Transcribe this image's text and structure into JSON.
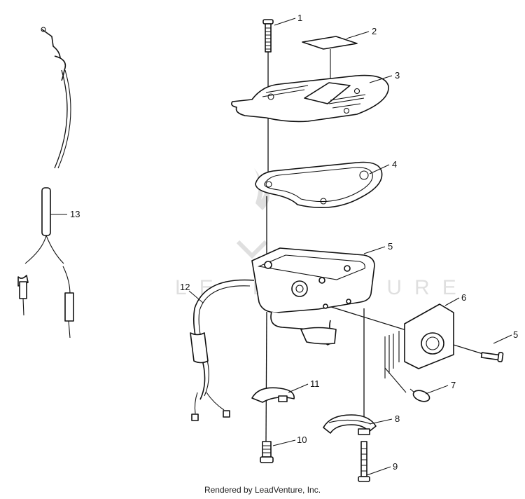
{
  "diagram": {
    "callouts": [
      "1",
      "2",
      "3",
      "4",
      "5",
      "5",
      "6",
      "7",
      "8",
      "9",
      "10",
      "11",
      "12",
      "13"
    ],
    "footer": "Rendered by LeadVenture, Inc."
  }
}
